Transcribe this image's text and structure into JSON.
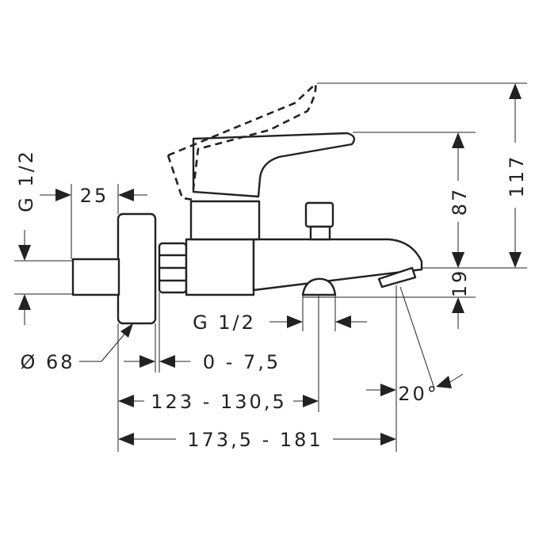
{
  "labels": {
    "dim_117": "117",
    "dim_87": "87",
    "dim_19": "19",
    "dim_25": "25",
    "dim_g12_vertical": "G 1/2",
    "dim_g12_spout": "G 1/2",
    "dim_diameter": "Ø 68",
    "dim_offset": "0 - 7,5",
    "dim_123": "123 - 130,5",
    "dim_173": "173,5 - 181",
    "dim_angle": "20°"
  }
}
